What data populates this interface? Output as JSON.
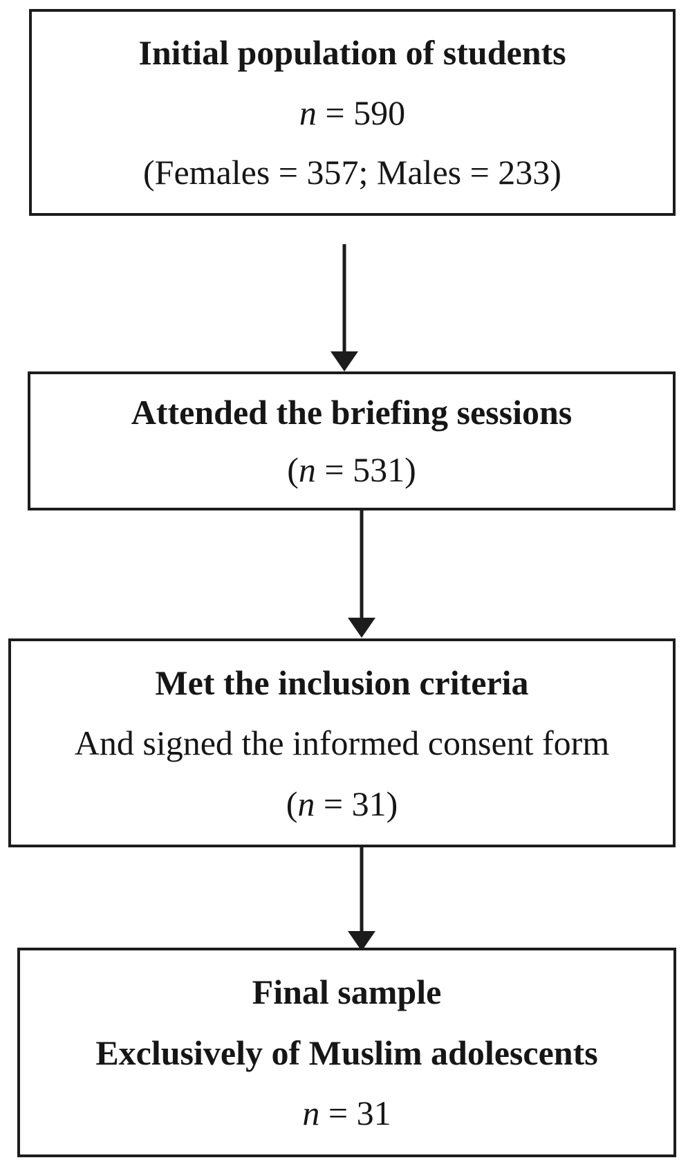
{
  "colors": {
    "background": "#ffffff",
    "border": "#1c1c1c",
    "text": "#161616"
  },
  "flowchart": {
    "boxes": [
      {
        "name": "initial-population",
        "lines": [
          {
            "text": "Initial population of students"
          },
          {
            "pre": "",
            "var": "n",
            "rest": " = 590"
          },
          {
            "text": "(Females = 357; Males = 233)"
          }
        ]
      },
      {
        "name": "attended-briefing-sessions",
        "lines": [
          {
            "text": "Attended the briefing sessions"
          },
          {
            "pre": "(",
            "var": "n",
            "rest": " = 531)"
          }
        ]
      },
      {
        "name": "met-inclusion-criteria",
        "lines": [
          {
            "text": "Met the inclusion criteria"
          },
          {
            "text": "And signed the informed consent form"
          },
          {
            "pre": "(",
            "var": "n",
            "rest": " = 31)"
          }
        ]
      },
      {
        "name": "final-sample",
        "lines": [
          {
            "text": "Final sample"
          },
          {
            "text": "Exclusively of Muslim adolescents"
          },
          {
            "pre": "",
            "var": "n",
            "rest": " = 31"
          }
        ]
      }
    ],
    "connectors": [
      {
        "icon": "down-arrow-icon"
      },
      {
        "icon": "down-arrow-icon"
      },
      {
        "icon": "down-arrow-icon"
      }
    ]
  }
}
